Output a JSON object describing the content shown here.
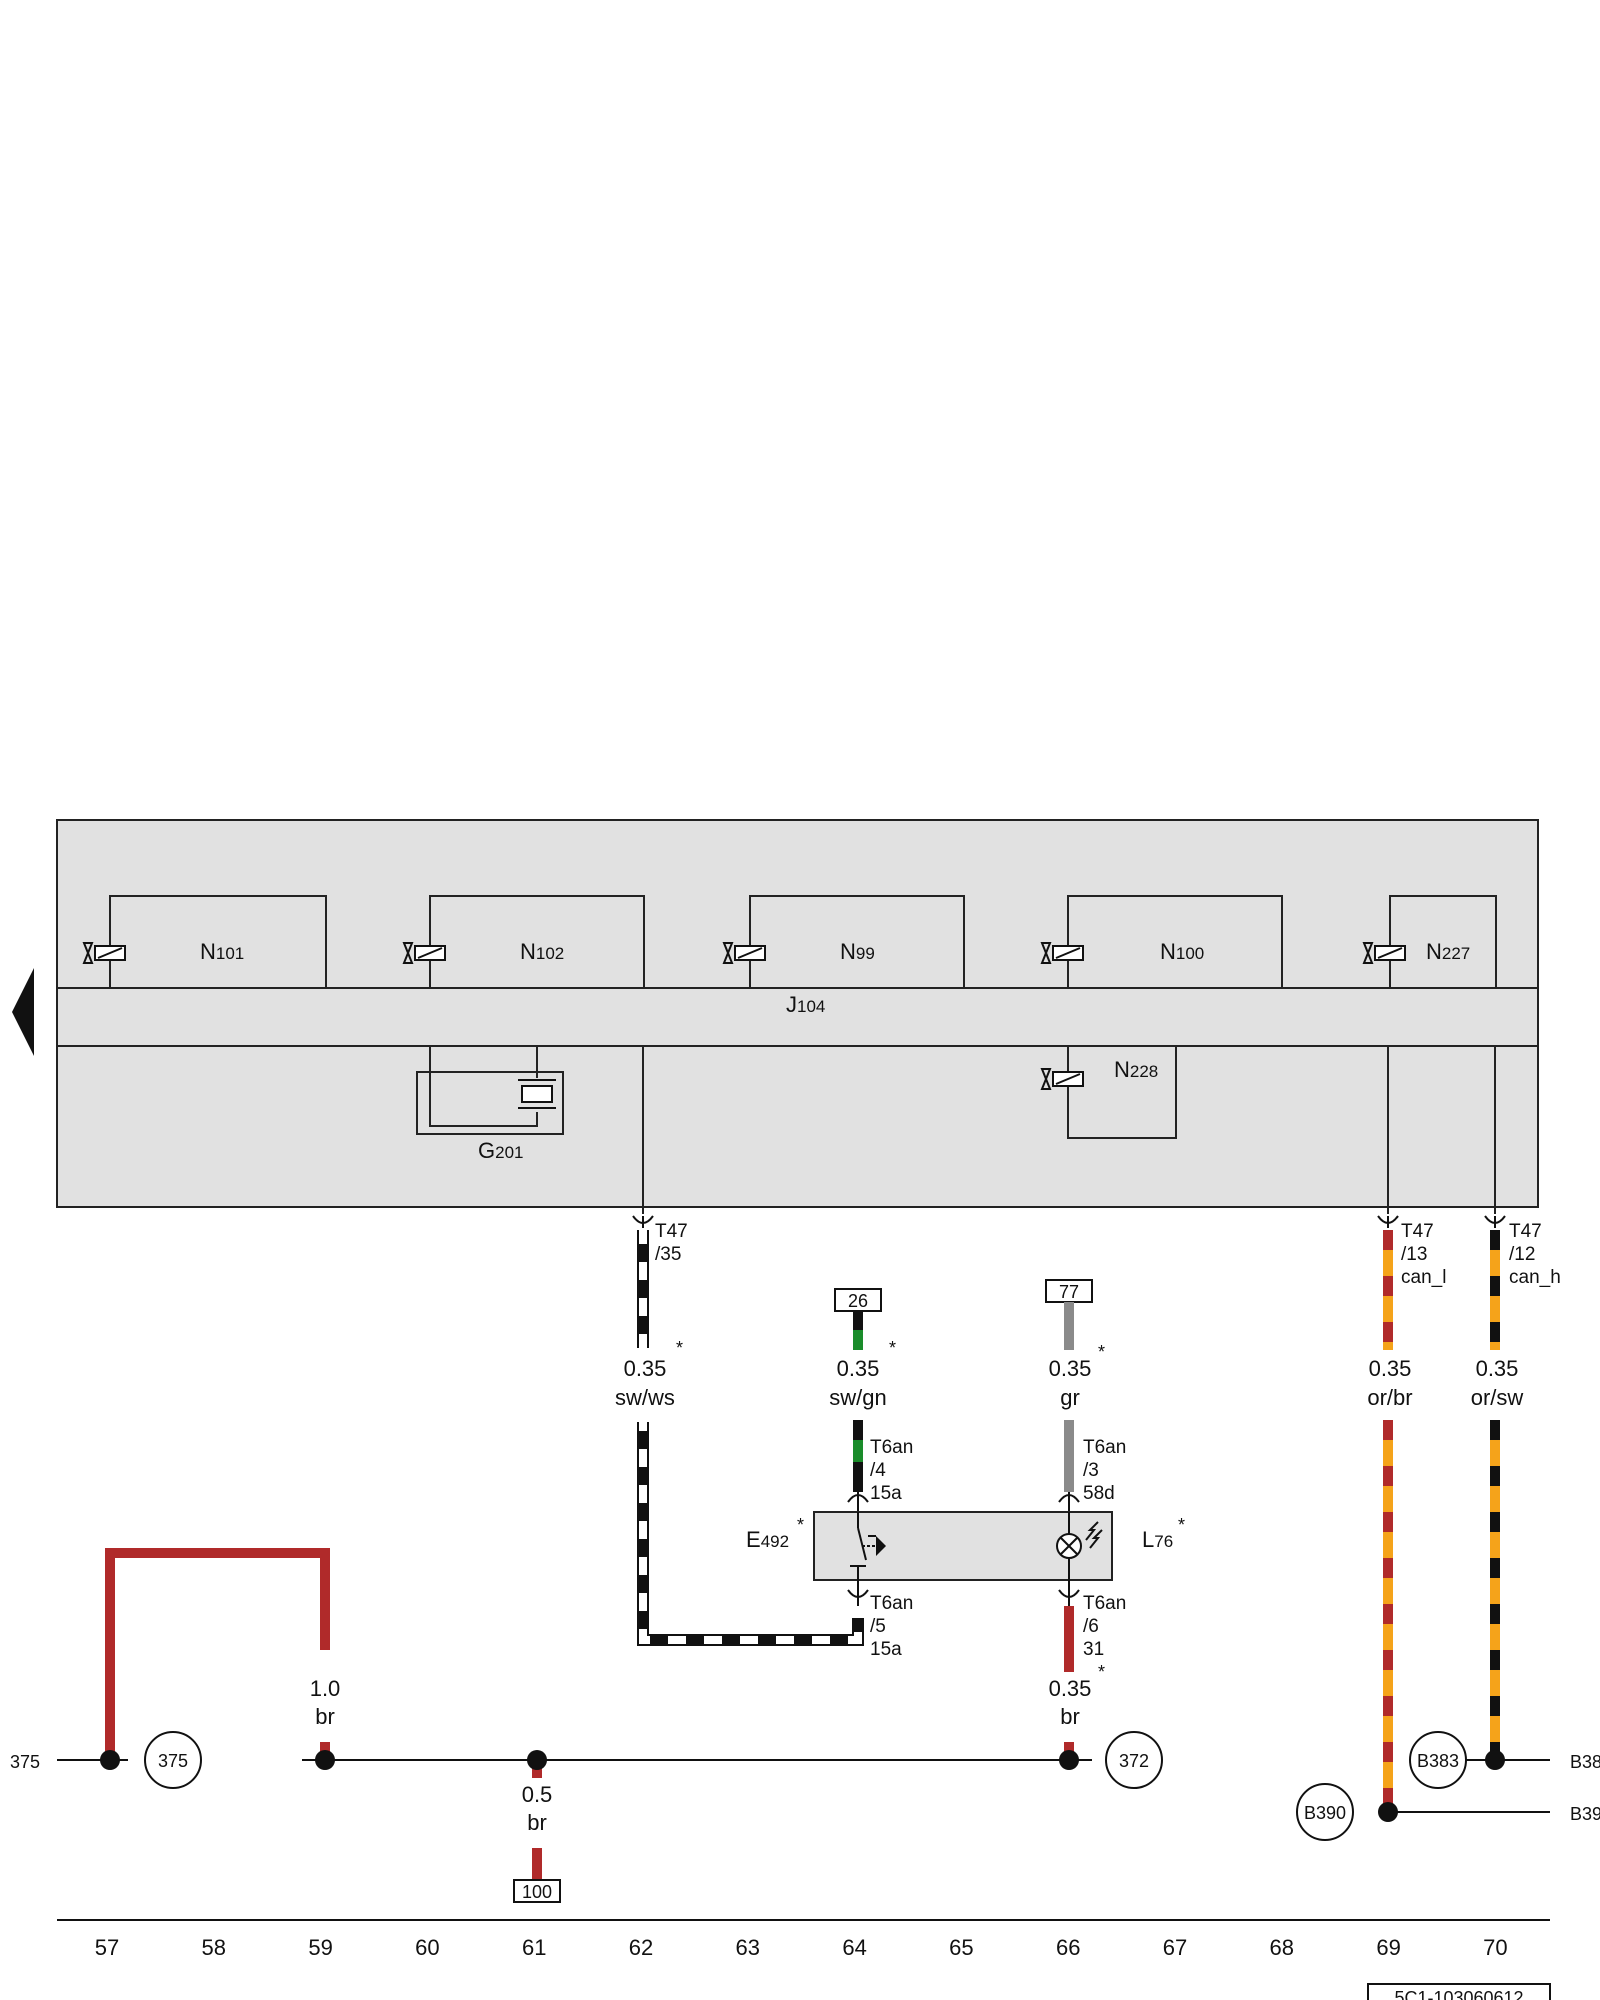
{
  "control_unit": {
    "name": "J",
    "sub": "104"
  },
  "valves": [
    {
      "name": "N",
      "sub": "101"
    },
    {
      "name": "N",
      "sub": "102"
    },
    {
      "name": "N",
      "sub": "99"
    },
    {
      "name": "N",
      "sub": "100"
    },
    {
      "name": "N",
      "sub": "227"
    }
  ],
  "valve_lower": {
    "name": "N",
    "sub": "228"
  },
  "sensor": {
    "name": "G",
    "sub": "201"
  },
  "switch": {
    "name": "E",
    "sub": "492",
    "mark": "*"
  },
  "lamp": {
    "name": "L",
    "sub": "76",
    "mark": "*"
  },
  "connectors": {
    "t47_35": [
      "T47",
      "/35"
    ],
    "t47_13": [
      "T47",
      "/13",
      "can_l"
    ],
    "t47_12": [
      "T47",
      "/12",
      "can_h"
    ],
    "t6an_4": [
      "T6an",
      "/4",
      "15a"
    ],
    "t6an_3": [
      "T6an",
      "/3",
      "58d"
    ],
    "t6an_5": [
      "T6an",
      "/5",
      "15a"
    ],
    "t6an_6": [
      "T6an",
      "/6",
      "31"
    ]
  },
  "wires": {
    "w62": {
      "size": "0.35",
      "color": "sw/ws",
      "mark": "*"
    },
    "w64": {
      "size": "0.35",
      "color": "sw/gn",
      "mark": "*"
    },
    "w66_top": {
      "size": "0.35",
      "color": "gr",
      "mark": "*"
    },
    "w69": {
      "size": "0.35",
      "color": "or/br"
    },
    "w70": {
      "size": "0.35",
      "color": "or/sw"
    },
    "w59": {
      "size": "1.0",
      "color": "br"
    },
    "w61": {
      "size": "0.5",
      "color": "br"
    },
    "w66_bot": {
      "size": "0.35",
      "color": "br",
      "mark": "*"
    }
  },
  "ref_boxes": {
    "r26": "26",
    "r77": "77",
    "r100": "100"
  },
  "circles": {
    "c375": "375",
    "c372": "372",
    "cb383": "B383",
    "cb390": "B390"
  },
  "edge_labels": {
    "left_375": "375",
    "right_b38": "B38",
    "right_b39": "B39"
  },
  "columns": [
    "57",
    "58",
    "59",
    "60",
    "61",
    "62",
    "63",
    "64",
    "65",
    "66",
    "67",
    "68",
    "69",
    "70"
  ],
  "doc_id": "5C1-103060612",
  "colors": {
    "brown": "#b02a2a",
    "orange": "#f5a31a",
    "green": "#1a8c2a",
    "grey": "#8a8a8a",
    "panel": "#e1e1e1"
  }
}
